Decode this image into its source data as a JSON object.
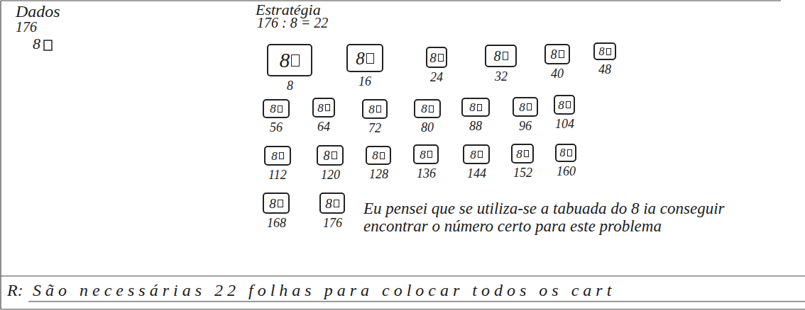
{
  "diagram": {
    "nodes": [
      {
        "text": [
          "8",
          "8"
        ]
      },
      {
        "text": [
          "8",
          "16"
        ]
      },
      {
        "text": [
          "8",
          "24"
        ]
      },
      {
        "text": [
          "8",
          "32"
        ]
      },
      {
        "text": [
          "8",
          "40"
        ]
      },
      {
        "text": [
          "8",
          "48"
        ]
      },
      {
        "text": [
          "8",
          "56"
        ]
      },
      {
        "text": [
          "8",
          "64"
        ]
      },
      {
        "text": [
          "8",
          "72"
        ]
      },
      {
        "text": [
          "8",
          "80"
        ]
      },
      {
        "text": [
          "8",
          "88"
        ]
      },
      {
        "text": [
          "8",
          "96"
        ]
      },
      {
        "text": [
          "8",
          "104"
        ]
      },
      {
        "text": [
          "8",
          "112"
        ]
      },
      {
        "text": [
          "8",
          "120"
        ]
      },
      {
        "text": [
          "8",
          "128"
        ]
      },
      {
        "text": [
          "8",
          "136"
        ]
      },
      {
        "text": [
          "8",
          "144"
        ]
      },
      {
        "text": [
          "8",
          "152"
        ]
      },
      {
        "text": [
          "8",
          "160"
        ]
      },
      {
        "text": [
          "8",
          "168"
        ]
      },
      {
        "text": [
          "8",
          "176"
        ]
      }
    ],
    "labels": [
      "Dados",
      "176",
      "8",
      "Estratégia",
      "176 : 8 = 22",
      "Eu pensei que se utiliza-se a tabuada do 8 ia conseguir encontrar o número certo para este problema",
      "R:",
      "São necessárias 22 folhas para colocar todos os cart"
    ]
  }
}
